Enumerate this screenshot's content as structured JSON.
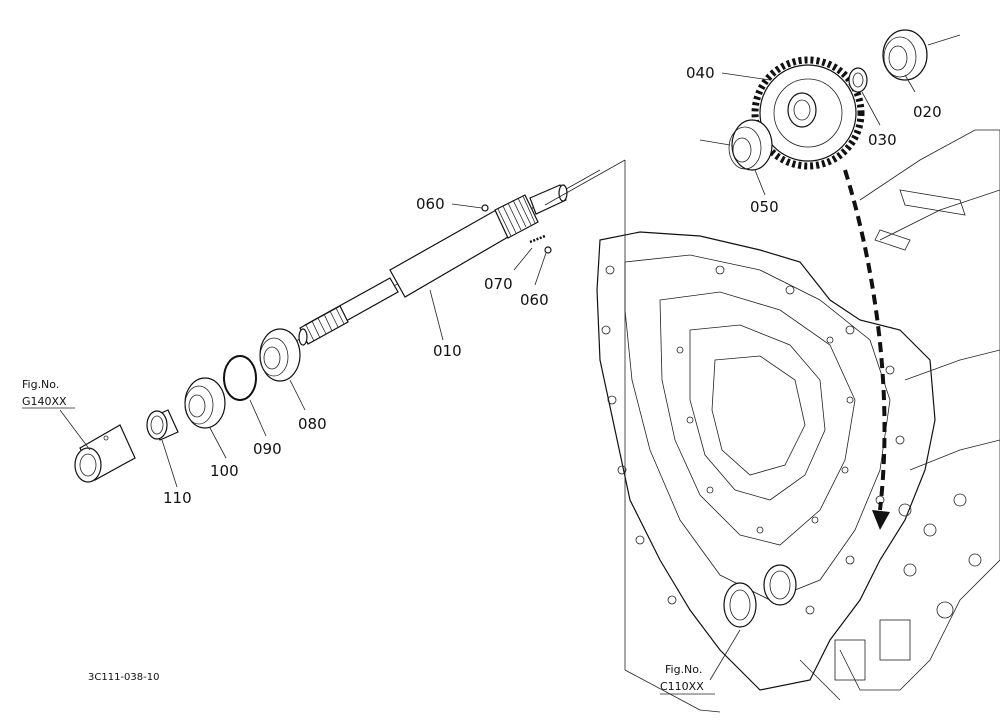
{
  "parts": [
    {
      "label": "040"
    },
    {
      "label": "020"
    },
    {
      "label": "030"
    },
    {
      "label": "050"
    },
    {
      "label": "060"
    },
    {
      "label": "070"
    },
    {
      "label": "060"
    },
    {
      "label": "010"
    },
    {
      "label": "080"
    },
    {
      "label": "090"
    },
    {
      "label": "100"
    },
    {
      "label": "110"
    }
  ],
  "references": {
    "left": {
      "line1": "Fig.No.",
      "line2": "G140XX"
    },
    "bottom": {
      "line1": "Fig.No.",
      "line2": "C110XX"
    }
  },
  "drawing_code": "3C111-038-10"
}
